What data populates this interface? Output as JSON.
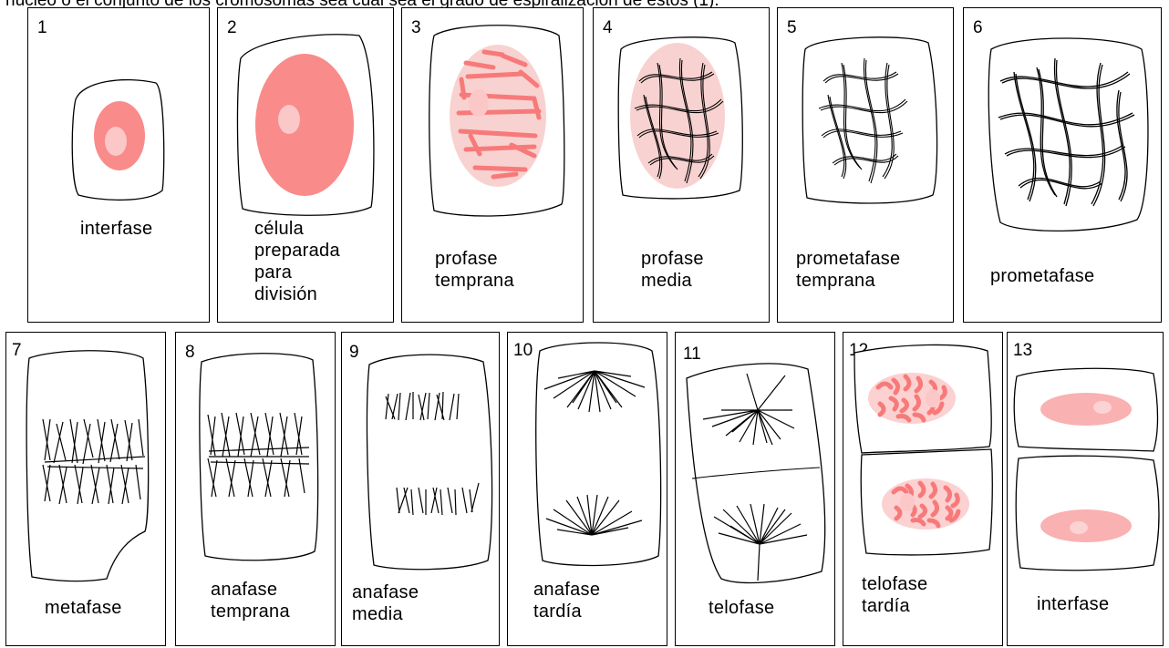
{
  "header_text": "núcleo o el conjunto de los cromosomas sea cual sea el grado de espiralización de estos (1).",
  "colors": {
    "nucleus_pink": "#f98b8b",
    "nucleus_light": "#f8d2d0",
    "nucleolus": "#fcc7c7",
    "chromatin_pink": "#f77a7a",
    "ink": "#000000"
  },
  "panels": [
    {
      "number": "1",
      "label": "interfase",
      "stage_icon": "interphase-cell"
    },
    {
      "number": "2",
      "label": "célula\npreparada\npara\ndivisión",
      "stage_icon": "cell-prepared-for-division"
    },
    {
      "number": "3",
      "label": "profase\ntemprana",
      "stage_icon": "early-prophase-cell"
    },
    {
      "number": "4",
      "label": "profase\nmedia",
      "stage_icon": "mid-prophase-cell"
    },
    {
      "number": "5",
      "label": "prometafase\ntemprana",
      "stage_icon": "early-prometaphase-cell"
    },
    {
      "number": "6",
      "label": "prometafase",
      "stage_icon": "prometaphase-cell"
    },
    {
      "number": "7",
      "label": "metafase",
      "stage_icon": "metaphase-cell"
    },
    {
      "number": "8",
      "label": "anafase\ntemprana",
      "stage_icon": "early-anaphase-cell"
    },
    {
      "number": "9",
      "label": "anafase\nmedia",
      "stage_icon": "mid-anaphase-cell"
    },
    {
      "number": "10",
      "label": "anafase\ntardía",
      "stage_icon": "late-anaphase-cell"
    },
    {
      "number": "11",
      "label": "telofase",
      "stage_icon": "telophase-cell"
    },
    {
      "number": "12",
      "label": "telofase\ntardía",
      "stage_icon": "late-telophase-cell"
    },
    {
      "number": "13",
      "label": "interfase",
      "stage_icon": "interphase-daughter-cells"
    }
  ]
}
